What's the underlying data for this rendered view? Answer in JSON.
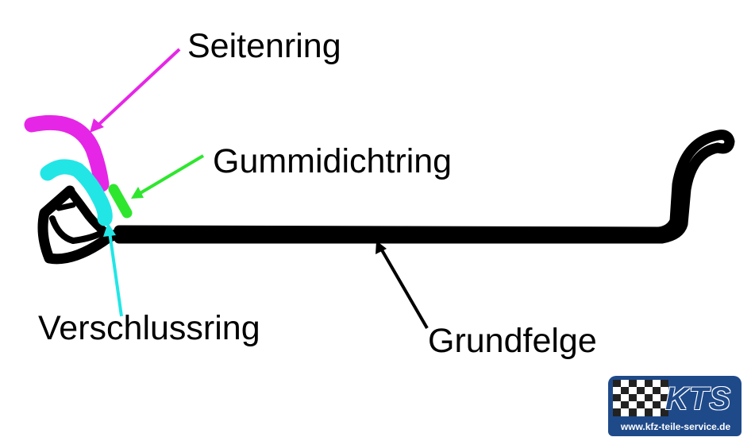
{
  "labels": {
    "seitenring": "Seitenring",
    "gummidichtring": "Gummidichtring",
    "verschlussring": "Verschlussring",
    "grundfelge": "Grundfelge"
  },
  "logo": {
    "name": "KTS",
    "url": "www.kfz-teile-service.de"
  },
  "colors": {
    "seitenring": "#e626e6",
    "gummidichtring": "#2ee62e",
    "verschlussring": "#22e6e6",
    "grundfelge": "#000000",
    "logo_blue": "#1f4a8a"
  }
}
